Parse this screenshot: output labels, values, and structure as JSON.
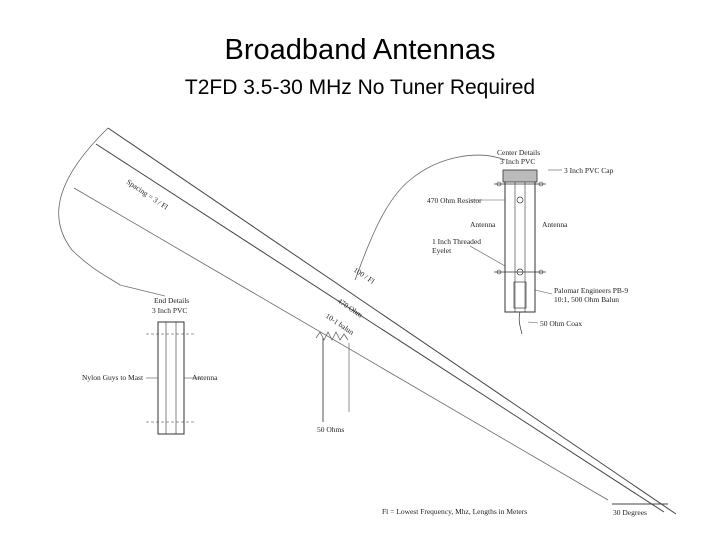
{
  "slide": {
    "title": "Broadband Antennas",
    "subtitle": "T2FD 3.5-30 MHz No Tuner Required"
  },
  "diagram": {
    "spacing_label": "Spacing = 3 / Fl",
    "length_label": "100 / Fl",
    "resistor_label": "470 Ohm",
    "balun_label": "10-1 balun",
    "end_details_title": "End Details",
    "end_details_sub": "3 Inch PVC",
    "nylon_label": "Nylon Guys to Mast",
    "end_antenna_label": "Antenna",
    "fifty_ohms_label": "50 Ohms",
    "center_details_title": "Center Details",
    "center_details_sub": "3 Inch PVC",
    "pvc_cap_label": "3 Inch PVC Cap",
    "resistor_470_label": "470 Ohm Resistor",
    "antenna_left_label": "Antenna",
    "antenna_right_label": "Antenna",
    "eyelet_label_1": "1 Inch Threaded",
    "eyelet_label_2": "Eyelet",
    "balun_part_1": "Palomar Engineers PB-9",
    "balun_part_2": "10:1, 500 Ohm Balun",
    "coax_label": "50 Ohm Coax",
    "footnote": "Fl = Lowest Frequency, Mhz, Lengths in Meters",
    "angle_label": "30 Degrees"
  }
}
